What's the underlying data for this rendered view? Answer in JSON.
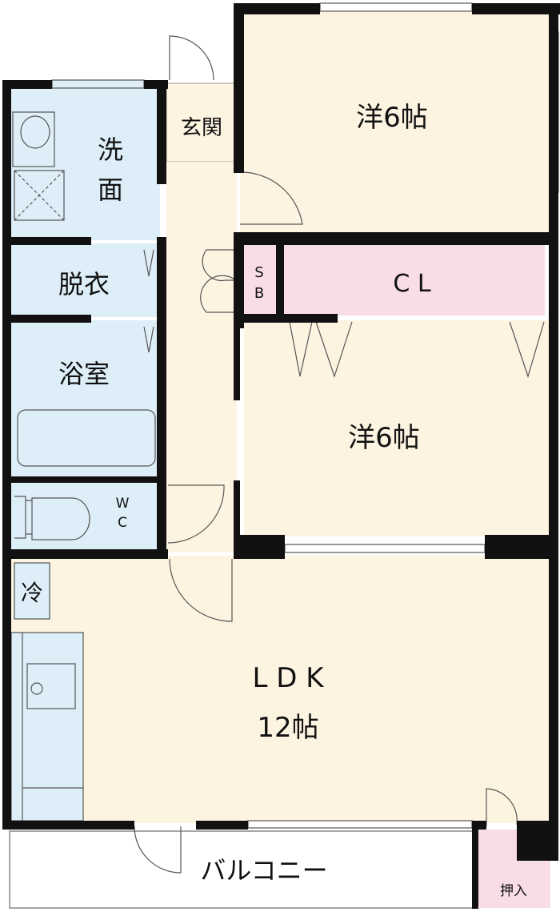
{
  "rooms": {
    "bedroom_top": {
      "name": "洋6帖"
    },
    "entrance": {
      "name": "玄関"
    },
    "washroom": {
      "line1": "洗",
      "line2": "面"
    },
    "dressing": {
      "name": "脱衣"
    },
    "bath": {
      "name": "浴室"
    },
    "wc": {
      "line1": "W",
      "line2": "C"
    },
    "shoe_box": {
      "line1": "S",
      "line2": "B"
    },
    "closet": {
      "name": "C L"
    },
    "bedroom_mid": {
      "name": "洋6帖"
    },
    "ldk": {
      "line1": "L D K",
      "line2": "12帖"
    },
    "fridge": {
      "name": "冷"
    },
    "balcony": {
      "name": "バルコニー"
    },
    "storage": {
      "name": "押入"
    }
  },
  "colors": {
    "wall": "#111111",
    "floor": "#fdf3e1",
    "wet": "#ddeef8",
    "closet": "#f9dde5"
  }
}
